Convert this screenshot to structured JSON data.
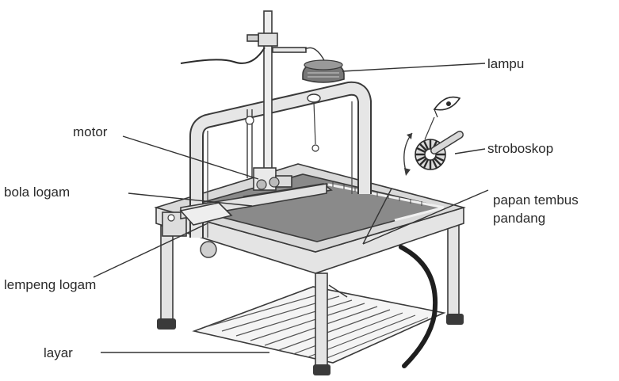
{
  "labels": {
    "lampu": "lampu",
    "motor": "motor",
    "stroboskop": "stroboskop",
    "bola_logam": "bola logam",
    "papan_line1": "papan tembus",
    "papan_line2": "pandang",
    "lempeng_logam": "lempeng logam",
    "layar": "layar"
  },
  "colors": {
    "line": "#3a3a3a",
    "frame": "#e4e4e4",
    "tabletop": "#8a8a8a",
    "screen": "#f4f4f4",
    "text": "#2a2a2a"
  }
}
